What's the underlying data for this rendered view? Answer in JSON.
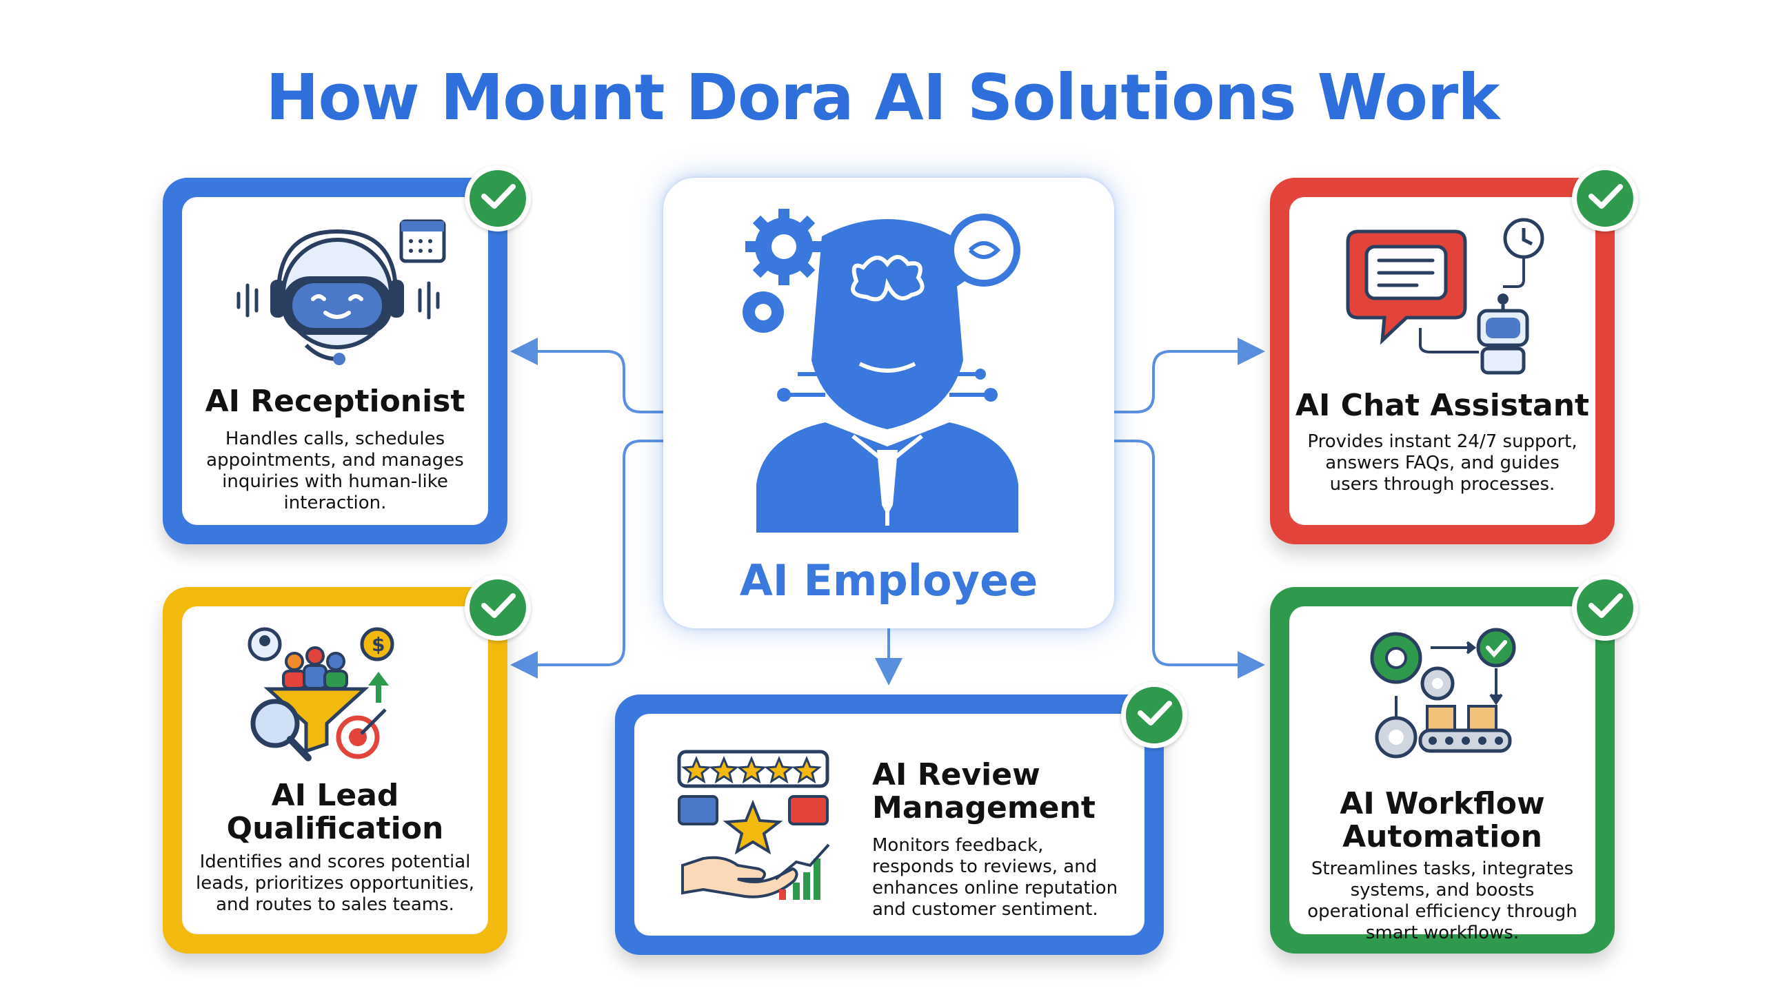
{
  "title": "How Mount Dora AI Solutions Work",
  "center": {
    "label": "AI Employee"
  },
  "cards": {
    "receptionist": {
      "title": "AI Receptionist",
      "description": "Handles calls, schedules appointments, and manages inquiries with human-like interaction."
    },
    "chat": {
      "title": "AI Chat Assistant",
      "description": "Provides instant 24/7 support, answers FAQs, and guides users through processes."
    },
    "lead": {
      "title_line1": "AI Lead",
      "title_line2": "Qualification",
      "description": "Identifies and scores potential leads, prioritizes opportunities, and routes to sales teams."
    },
    "review": {
      "title_line1": "AI Review",
      "title_line2": "Management",
      "description": "Monitors feedback, responds to reviews, and enhances online reputation and customer sentiment."
    },
    "workflow": {
      "title_line1": "AI Workflow",
      "title_line2": "Automation",
      "description": "Streamlines tasks, integrates systems, and boosts operational efficiency through smart workflows."
    }
  },
  "colors": {
    "blue": "#3a78de",
    "red": "#e2443b",
    "yellow": "#f2b90f",
    "green": "#2f9a4e"
  }
}
